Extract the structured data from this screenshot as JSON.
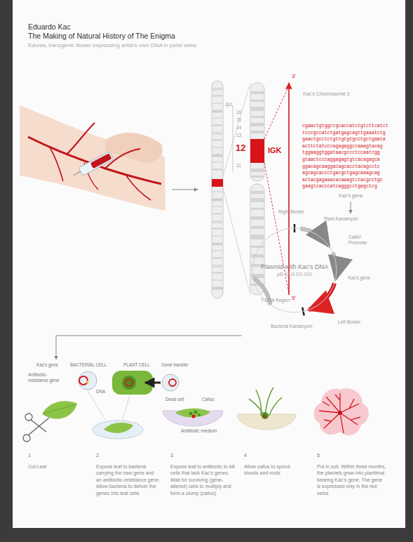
{
  "diagram": {
    "title": "Eduardo Kac",
    "nodes": [
      {
        "text": [
          "Plasmid with Kac's DNA",
          "pBI GUS ED IGG"
        ]
      }
    ],
    "labels": [
      "The Making of Natural History of The Enigma",
      "Edunia, transgenic flower expressing artist's own DNA in petal veins",
      "2p1",
      "16",
      "15",
      "14",
      "13",
      "12",
      "11",
      "IGK",
      "3'",
      "5'",
      "Kac's Chromosome 2",
      "cgaactgtggctgcaccatctgtcttcatct",
      "tcccgccatctgatgagcagttgaaatctg",
      "gaactgcctctgttgtgtgcctgctgaata",
      "acttctatcccagagaggccaaagtacag",
      "tggaaggtggataacgccctccaatcgg",
      "gtaactcccaggagagtgtcacagagca",
      "ggacagcaaggacagcacctacagcctc",
      "agcagcaccctgacgctgagcaaagcag",
      "actacgagaaacacaaagtctacgcctgc",
      "gaagtcacccatcagggcctgagctcg",
      "Kac's gene",
      "Right Border",
      "Plant Kanamycin",
      "CaMV Promoter",
      "Kac's gene",
      "T-DNA Region",
      "Left Border",
      "Bacterial Kanamycin",
      "Kac's gene",
      "BACTERIAL CELL",
      "PLANT CELL",
      "Gene transfer",
      "Antibiotic-resistance gene",
      "DNA",
      "Dead cell",
      "Callus",
      "Antibiotic medium",
      "1",
      "Cut Leaf",
      "2",
      "Expose leaf to bacteria carrying the new gene and an antibiotic-resistance gene. Allow bacteria to deliver the genes into leaf cells",
      "3",
      "Expose leaf to antibiotic to kill cells that lack Kac's genes. Wait for surviving (gene-altered) cells to multiply and form a clump (callus)",
      "4",
      "Allow callus to sprout shoots and roots",
      "5",
      "Put in soil. Within three months, the planlets grow into plantimal bearing Kac's gene. The gene is expressed only in the red veins."
    ]
  }
}
